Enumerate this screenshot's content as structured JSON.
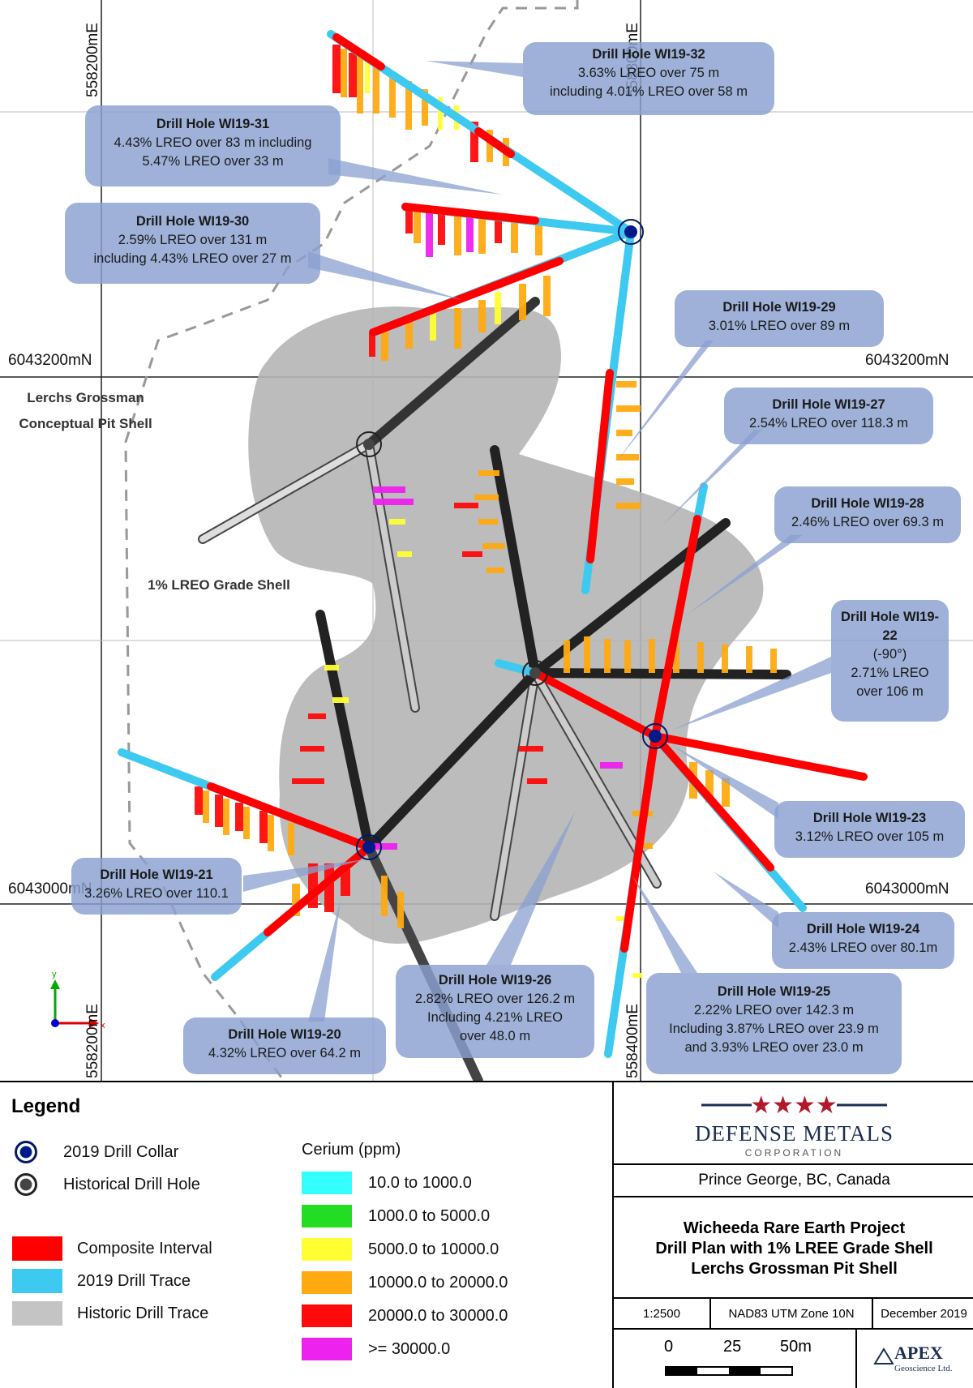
{
  "grid": {
    "easting_labels": [
      "558200mE",
      "558300mE",
      "558400mE",
      "558400mE"
    ],
    "easting_top_left": "558200mE",
    "easting_top_right": "558300mE",
    "easting_bottom_left": "558200mE",
    "easting_bottom_right": "558400mE",
    "northing_upper_left": "6043200mN",
    "northing_upper_right": "6043200mN",
    "northing_lower_left": "6043000mN",
    "northing_lower_right": "6043000mN"
  },
  "map_labels": {
    "pit_shell": "Lerchs Grossman Conceptual Pit Shell",
    "grade_shell": "1% LREO Grade Shell"
  },
  "callouts": [
    {
      "id": "WI19-32",
      "title": "Drill Hole WI19-32",
      "lines": [
        "3.63% LREO over 75 m",
        "including 4.01% LREO over 58 m"
      ]
    },
    {
      "id": "WI19-31",
      "title": "Drill Hole WI19-31",
      "lines": [
        "4.43% LREO over 83 m including",
        "5.47% LREO over 33 m"
      ]
    },
    {
      "id": "WI19-30",
      "title": "Drill Hole WI19-30",
      "lines": [
        "2.59% LREO over 131 m",
        "including 4.43% LREO over 27 m"
      ]
    },
    {
      "id": "WI19-29",
      "title": "Drill Hole WI19-29",
      "lines": [
        "3.01% LREO over 89 m"
      ]
    },
    {
      "id": "WI19-27",
      "title": "Drill Hole WI19-27",
      "lines": [
        "2.54% LREO over 118.3 m"
      ]
    },
    {
      "id": "WI19-28",
      "title": "Drill Hole WI19-28",
      "lines": [
        "2.46% LREO over 69.3 m"
      ]
    },
    {
      "id": "WI19-22",
      "title": "Drill Hole WI19-22",
      "lines": [
        "(-90°)",
        "2.71% LREO",
        "over 106 m"
      ]
    },
    {
      "id": "WI19-23",
      "title": "Drill Hole WI19-23",
      "lines": [
        "3.12% LREO over 105 m"
      ]
    },
    {
      "id": "WI19-21",
      "title": "Drill Hole WI19-21",
      "lines": [
        "3.26% LREO over 110.1"
      ]
    },
    {
      "id": "WI19-24",
      "title": "Drill Hole WI19-24",
      "lines": [
        "2.43% LREO over 80.1m"
      ]
    },
    {
      "id": "WI19-26",
      "title": "Drill Hole WI19-26",
      "lines": [
        "2.82% LREO over 126.2 m",
        "Including 4.21% LREO",
        "over 48.0 m"
      ]
    },
    {
      "id": "WI19-25",
      "title": "Drill Hole WI19-25",
      "lines": [
        "2.22% LREO over 142.3 m",
        "Including 3.87% LREO over 23.9 m",
        "and 3.93% LREO over 23.0 m"
      ]
    },
    {
      "id": "WI19-20",
      "title": "Drill Hole WI19-20",
      "lines": [
        "4.32% LREO over 64.2 m"
      ]
    }
  ],
  "legend": {
    "title": "Legend",
    "symbols": [
      {
        "label": "2019 Drill Collar",
        "icon": "drill-collar-icon"
      },
      {
        "label": "Historical Drill Hole",
        "icon": "historical-hole-icon"
      }
    ],
    "traces": [
      {
        "label": "Composite Interval",
        "color": "#ff0000"
      },
      {
        "label": "2019 Drill Trace",
        "color": "#3ec9f0"
      },
      {
        "label": "Historic Drill Trace",
        "color": "#c4c4c4"
      }
    ],
    "cerium_title": "Cerium (ppm)",
    "cerium_classes": [
      {
        "label": "10.0 to 1000.0",
        "color": "#33ffff"
      },
      {
        "label": "1000.0 to 5000.0",
        "color": "#22dd22"
      },
      {
        "label": "5000.0 to 10000.0",
        "color": "#ffff33"
      },
      {
        "label": "10000.0 to 20000.0",
        "color": "#ffaa11"
      },
      {
        "label": "20000.0 to 30000.0",
        "color": "#ff0a0a"
      },
      {
        "label": ">= 30000.0",
        "color": "#ee22ee"
      }
    ]
  },
  "title_block": {
    "company_name": "DEFENSE METALS",
    "company_sub": "CORPORATION",
    "location": "Prince George, BC, Canada",
    "title_lines": [
      "Wicheeda Rare Earth Project",
      "Drill Plan with 1% LREE Grade Shell",
      "Lerchs Grossman Pit Shell"
    ],
    "scale": "1:2500",
    "datum": "NAD83 UTM Zone 10N",
    "date": "December 2019",
    "scale_bar": [
      "0",
      "25",
      "50m"
    ],
    "consultant": "APEX",
    "consultant_sub": "Geoscience Ltd."
  },
  "axis_indicator": {
    "y": "y",
    "x": "x"
  }
}
